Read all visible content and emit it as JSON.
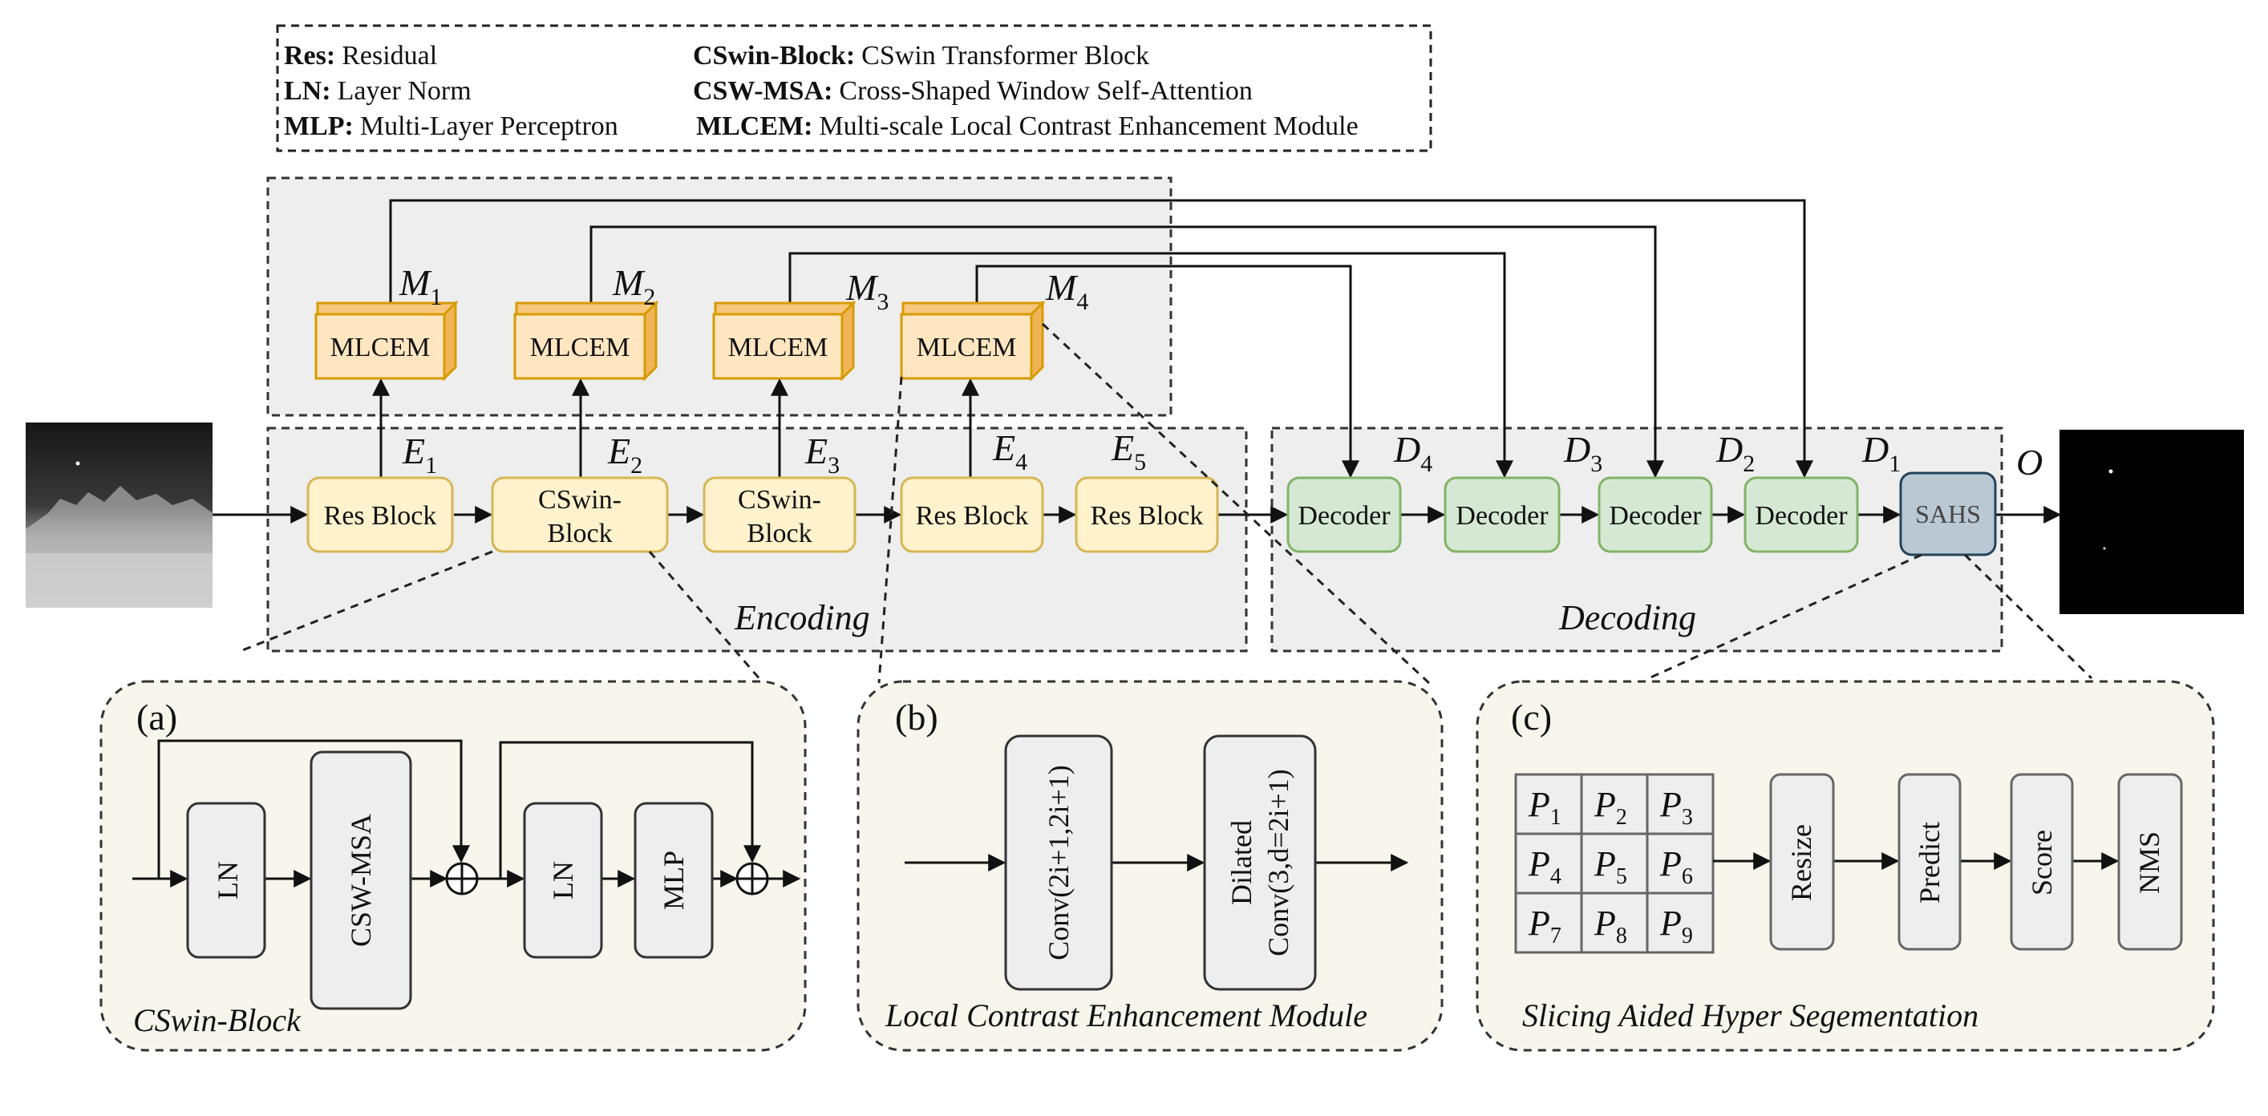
{
  "legend": {
    "items": [
      {
        "abbr": "Res:",
        "text": "Residual"
      },
      {
        "abbr": "LN:",
        "text": "Layer Norm"
      },
      {
        "abbr": "MLP:",
        "text": "Multi-Layer Perceptron"
      },
      {
        "abbr": "CSwin-Block:",
        "text": "CSwin Transformer Block"
      },
      {
        "abbr": "CSW-MSA:",
        "text": "Cross-Shaped Window Self-Attention"
      },
      {
        "abbr": "MLCEM:",
        "text": "Multi-scale Local Contrast Enhancement Module"
      }
    ]
  },
  "mlcem": {
    "label": "MLCEM",
    "m_labels": [
      {
        "base": "M",
        "sub": "1"
      },
      {
        "base": "M",
        "sub": "2"
      },
      {
        "base": "M",
        "sub": "3"
      },
      {
        "base": "M",
        "sub": "4"
      }
    ]
  },
  "encoder": {
    "blocks": [
      {
        "line1": "Res Block",
        "line2": ""
      },
      {
        "line1": "CSwin-",
        "line2": "Block"
      },
      {
        "line1": "CSwin-",
        "line2": "Block"
      },
      {
        "line1": "Res Block",
        "line2": ""
      },
      {
        "line1": "Res Block",
        "line2": ""
      }
    ],
    "e_labels": [
      {
        "base": "E",
        "sub": "1"
      },
      {
        "base": "E",
        "sub": "2"
      },
      {
        "base": "E",
        "sub": "3"
      },
      {
        "base": "E",
        "sub": "4"
      },
      {
        "base": "E",
        "sub": "5"
      }
    ],
    "section_label": "Encoding"
  },
  "decoder": {
    "block_label": "Decoder",
    "d_labels": [
      {
        "base": "D",
        "sub": "4"
      },
      {
        "base": "D",
        "sub": "3"
      },
      {
        "base": "D",
        "sub": "2"
      },
      {
        "base": "D",
        "sub": "1"
      }
    ],
    "sahs_label": "SAHS",
    "output_label": "O",
    "section_label": "Decoding"
  },
  "panel_a": {
    "tag": "(a)",
    "ln1": "LN",
    "msa": "CSW-MSA",
    "ln2": "LN",
    "mlp": "MLP",
    "caption": "CSwin-Block"
  },
  "panel_b": {
    "tag": "(b)",
    "conv": "Conv(2i+1,2i+1)",
    "dilated_line1": "Dilated",
    "dilated_line2": "Conv(3,d=2i+1)",
    "caption": "Local Contrast Enhancement Module"
  },
  "panel_c": {
    "tag": "(c)",
    "patches": [
      {
        "base": "P",
        "sub": "1"
      },
      {
        "base": "P",
        "sub": "2"
      },
      {
        "base": "P",
        "sub": "3"
      },
      {
        "base": "P",
        "sub": "4"
      },
      {
        "base": "P",
        "sub": "5"
      },
      {
        "base": "P",
        "sub": "6"
      },
      {
        "base": "P",
        "sub": "7"
      },
      {
        "base": "P",
        "sub": "8"
      },
      {
        "base": "P",
        "sub": "9"
      }
    ],
    "steps": [
      "Resize",
      "Predict",
      "Score",
      "NMS"
    ],
    "caption": "Slicing Aided Hyper Segementation"
  },
  "colors": {
    "mlcem_front": "#FFE6C0",
    "mlcem_side": "#F7C77E",
    "mlcem_stroke": "#D79B00",
    "enc_fill": "#FFF2CC",
    "enc_stroke": "#D6B656",
    "dec_fill": "#D5E8D4",
    "dec_stroke": "#82B366",
    "sahs_fill": "#BAC8D3",
    "sahs_stroke": "#23445D",
    "section_fill": "#EEEEEE",
    "panel_fill": "#F7F5EC",
    "gray_box": "#EEEEEE"
  }
}
